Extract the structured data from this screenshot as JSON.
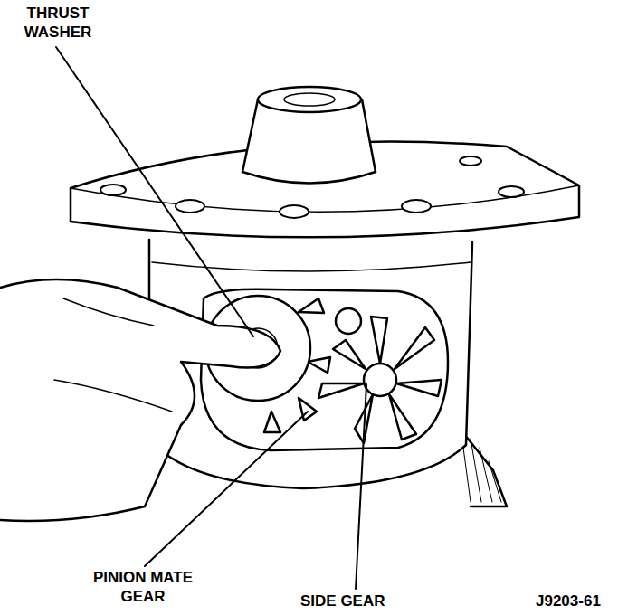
{
  "diagram": {
    "labels": [
      "THRUST WASHER",
      "PINION MATE GEAR",
      "SIDE GEAR",
      "J9203-61"
    ]
  }
}
